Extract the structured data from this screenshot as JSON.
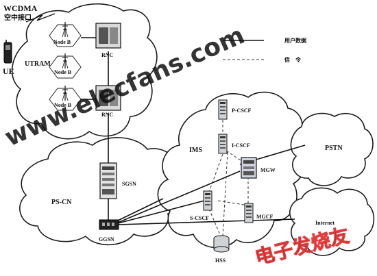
{
  "labels": {
    "wcdma": "WCDMA",
    "air_interface": "空中接口",
    "ue": "UE",
    "utran": "UTRAM",
    "nodeb_1": "Node B",
    "nodeb_2": "Node B",
    "nodeb_3": "Node B",
    "rnc_1": "RNC",
    "rnc_2": "RNC",
    "ps_cn": "PS-CN",
    "sgsn": "SGSN",
    "ggsn": "GGSN",
    "ims": "IMS",
    "p_cscf": "P-CSCF",
    "i_cscf": "I-CSCF",
    "s_cscf": "S-CSCF",
    "mgw": "MGW",
    "mgcf": "MGCF",
    "hss": "HSS",
    "pstn": "PSTN",
    "internet": "Internet"
  },
  "legend": {
    "user_data": "用户数据",
    "signaling": "信　令"
  },
  "watermarks": {
    "site": "www.elecfans.com",
    "cn": "电子发烧友"
  },
  "colors": {
    "line": "#111111",
    "cloud_stroke": "#1a1a1a",
    "watermark": "#e23c3c"
  }
}
